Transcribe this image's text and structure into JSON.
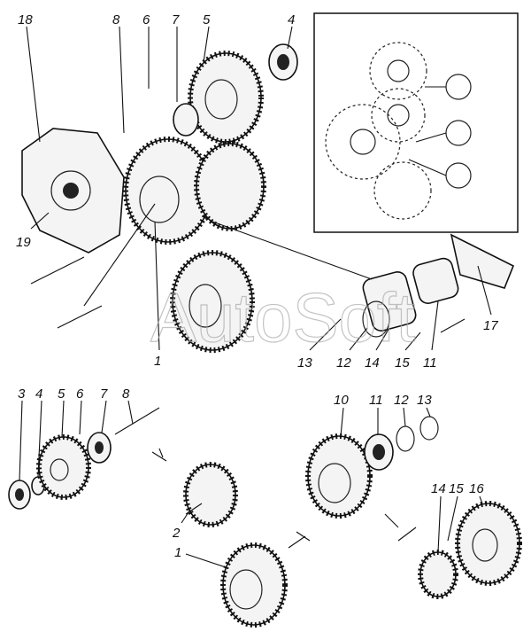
{
  "watermark": "AutoSoft",
  "labels": {
    "top": {
      "l18": "18",
      "l8": "8",
      "l6": "6",
      "l7": "7",
      "l5": "5",
      "l4": "4",
      "l19": "19",
      "l1": "1",
      "l13": "13",
      "l12": "12",
      "l14": "14",
      "l15": "15",
      "l11": "11",
      "l17": "17"
    },
    "bottom_left": {
      "l3": "3",
      "l4": "4",
      "l5": "5",
      "l6": "6",
      "l7": "7",
      "l8": "8",
      "l2": "2",
      "l1": "1"
    },
    "bottom_right": {
      "l10": "10",
      "l11": "11",
      "l12": "12",
      "l13": "13",
      "l14": "14",
      "l15": "15",
      "l16": "16"
    }
  }
}
